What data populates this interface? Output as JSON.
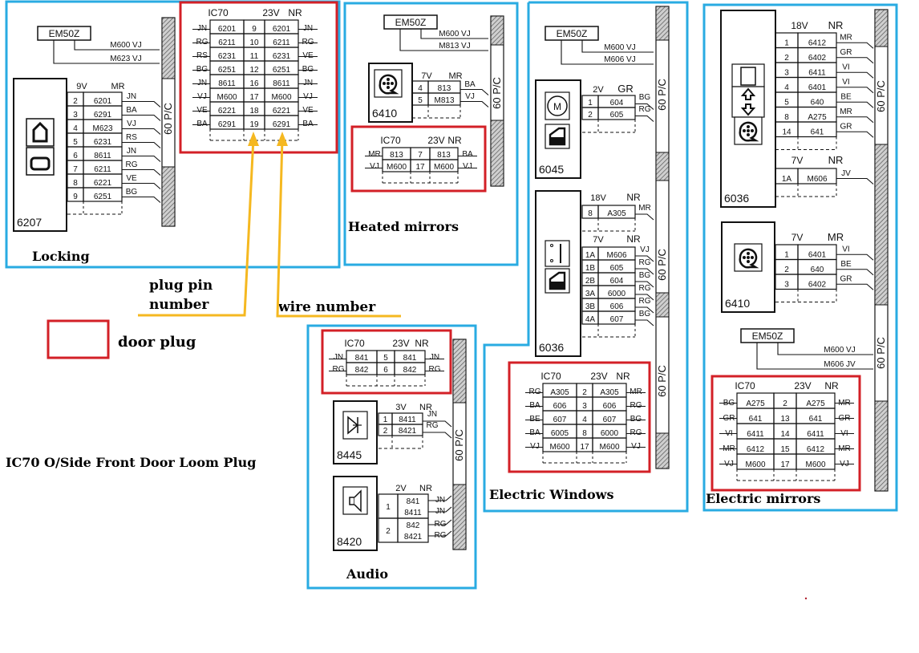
{
  "page_title": "IC70 O/Side Front Door Loom Plug",
  "colors": {
    "panel_border": "#29abe2",
    "door_plug": "#d32027",
    "arrow": "#f5b820",
    "ink": "#111111"
  },
  "legend": {
    "door_plug_label": "door plug",
    "plug_pin_label_line1": "plug pin",
    "plug_pin_label_line2": "number",
    "wire_number_label": "wire number"
  },
  "bulkhead_label": "60 P/C",
  "locking": {
    "caption": "Locking",
    "em": "EM50Z",
    "em_wires": [
      "M600  VJ",
      "M623  VJ"
    ],
    "component": "6207",
    "conn_header_left": "9V",
    "conn_header_right": "MR",
    "rows": [
      {
        "pin": "2",
        "wire": "6201",
        "color": "JN"
      },
      {
        "pin": "3",
        "wire": "6291",
        "color": "BA"
      },
      {
        "pin": "4",
        "wire": "M623",
        "color": "VJ"
      },
      {
        "pin": "5",
        "wire": "6231",
        "color": "RS"
      },
      {
        "pin": "6",
        "wire": "8611",
        "color": "JN"
      },
      {
        "pin": "7",
        "wire": "6211",
        "color": "RG"
      },
      {
        "pin": "8",
        "wire": "6221",
        "color": "VE"
      },
      {
        "pin": "9",
        "wire": "6251",
        "color": "BG"
      }
    ],
    "plug": {
      "title": "IC70",
      "ways": "23V",
      "color": "NR",
      "rows": [
        {
          "l": "JN",
          "w1": "6201",
          "pin": "9",
          "w2": "6201",
          "r": "JN"
        },
        {
          "l": "RG",
          "w1": "6211",
          "pin": "10",
          "w2": "6211",
          "r": "RG"
        },
        {
          "l": "RS",
          "w1": "6231",
          "pin": "11",
          "w2": "6231",
          "r": "VE"
        },
        {
          "l": "BG",
          "w1": "6251",
          "pin": "12",
          "w2": "6251",
          "r": "BG"
        },
        {
          "l": "JN",
          "w1": "8611",
          "pin": "16",
          "w2": "8611",
          "r": "JN"
        },
        {
          "l": "VJ",
          "w1": "M600",
          "pin": "17",
          "w2": "M600",
          "r": "VJ"
        },
        {
          "l": "VE",
          "w1": "6221",
          "pin": "18",
          "w2": "6221",
          "r": "VE"
        },
        {
          "l": "BA",
          "w1": "6291",
          "pin": "19",
          "w2": "6291",
          "r": "BA"
        }
      ]
    }
  },
  "heated": {
    "caption": "Heated mirrors",
    "em": "EM50Z",
    "em_wires": [
      "M600  VJ",
      "M813  VJ"
    ],
    "component": "6410",
    "conn_header_left": "7V",
    "conn_header_right": "MR",
    "rows": [
      {
        "pin": "4",
        "wire": "813",
        "color": "BA"
      },
      {
        "pin": "5",
        "wire": "M813",
        "color": "VJ"
      }
    ],
    "plug": {
      "title": "IC70",
      "ways": "23V",
      "color": "NR",
      "rows": [
        {
          "l": "MR",
          "w1": "813",
          "pin": "7",
          "w2": "813",
          "r": "BA"
        },
        {
          "l": "VJ",
          "w1": "M600",
          "pin": "17",
          "w2": "M600",
          "r": "VJ"
        }
      ]
    }
  },
  "audio": {
    "caption": "Audio",
    "plug": {
      "title": "IC70",
      "ways": "23V",
      "color": "NR",
      "rows": [
        {
          "l": "JN",
          "w1": "841",
          "pin": "5",
          "w2": "841",
          "r": "JN"
        },
        {
          "l": "RG",
          "w1": "842",
          "pin": "6",
          "w2": "842",
          "r": "RG"
        }
      ]
    },
    "tweeter": {
      "component": "8445",
      "conn_header_left": "3V",
      "conn_header_right": "NR",
      "rows": [
        {
          "pin": "1",
          "wire": "8411",
          "color": "JN"
        },
        {
          "pin": "2",
          "wire": "8421",
          "color": "RG"
        }
      ]
    },
    "speaker": {
      "component": "8420",
      "conn_header_left": "2V",
      "conn_header_right": "NR",
      "rows": [
        {
          "pin": "1",
          "wires": [
            "841",
            "8411"
          ],
          "colors": [
            "JN",
            "JN"
          ]
        },
        {
          "pin": "2",
          "wires": [
            "842",
            "8421"
          ],
          "colors": [
            "RG",
            "RG"
          ]
        }
      ]
    }
  },
  "windows": {
    "caption": "Electric Windows",
    "em": "EM50Z",
    "em_wires": [
      "M600  VJ",
      "M606  VJ"
    ],
    "motor": {
      "component": "6045",
      "conn_header_left": "2V",
      "conn_header_right": "GR",
      "rows": [
        {
          "pin": "1",
          "wire": "604",
          "color": "BG"
        },
        {
          "pin": "2",
          "wire": "605",
          "color": "RG"
        }
      ]
    },
    "switch": {
      "component": "6036",
      "block1_left": "18V",
      "block1_right": "NR",
      "block1_rows": [
        {
          "pin": "8",
          "wire": "A305",
          "color": "MR"
        }
      ],
      "block2_left": "7V",
      "block2_right": "NR",
      "block2_rows": [
        {
          "pin": "1A",
          "wire": "M606",
          "color": "VJ"
        },
        {
          "pin": "1B",
          "wire": "605",
          "color": "RG"
        },
        {
          "pin": "2B",
          "wire": "604",
          "color": "BG"
        },
        {
          "pin": "3A",
          "wire": "6000",
          "color": "RG"
        },
        {
          "pin": "3B",
          "wire": "606",
          "color": "RG"
        },
        {
          "pin": "4A",
          "wire": "607",
          "color": "BG"
        }
      ]
    },
    "plug": {
      "title": "IC70",
      "ways": "23V",
      "color": "NR",
      "rows": [
        {
          "l": "RG",
          "w1": "A305",
          "pin": "2",
          "w2": "A305",
          "r": "MR"
        },
        {
          "l": "BA",
          "w1": "606",
          "pin": "3",
          "w2": "606",
          "r": "RG"
        },
        {
          "l": "BE",
          "w1": "607",
          "pin": "4",
          "w2": "607",
          "r": "BG"
        },
        {
          "l": "BA",
          "w1": "6005",
          "pin": "8",
          "w2": "6000",
          "r": "RG"
        },
        {
          "l": "VJ",
          "w1": "M600",
          "pin": "17",
          "w2": "M600",
          "r": "VJ"
        }
      ]
    }
  },
  "mirrors": {
    "caption": "Electric mirrors",
    "em": "EM50Z",
    "em_wires": [
      "M600  VJ",
      "M606  JV"
    ],
    "control": {
      "component": "6036",
      "block1_left": "18V",
      "block1_right": "NR",
      "block1_rows": [
        {
          "pin": "1",
          "wire": "6412",
          "color": "MR"
        },
        {
          "pin": "2",
          "wire": "6402",
          "color": "GR"
        },
        {
          "pin": "3",
          "wire": "6411",
          "color": "VI"
        },
        {
          "pin": "4",
          "wire": "6401",
          "color": "VI"
        },
        {
          "pin": "5",
          "wire": "640",
          "color": "BE"
        },
        {
          "pin": "8",
          "wire": "A275",
          "color": "MR"
        },
        {
          "pin": "14",
          "wire": "641",
          "color": "GR"
        }
      ],
      "block2_left": "7V",
      "block2_right": "NR",
      "block2_rows": [
        {
          "pin": "1A",
          "wire": "M606",
          "color": "JV"
        }
      ]
    },
    "mirror": {
      "component": "6410",
      "conn_header_left": "7V",
      "conn_header_right": "MR",
      "rows": [
        {
          "pin": "1",
          "wire": "6401",
          "color": "VI"
        },
        {
          "pin": "2",
          "wire": "640",
          "color": "BE"
        },
        {
          "pin": "3",
          "wire": "6402",
          "color": "GR"
        }
      ]
    },
    "plug": {
      "title": "IC70",
      "ways": "23V",
      "color": "NR",
      "rows": [
        {
          "l": "BG",
          "w1": "A275",
          "pin": "2",
          "w2": "A275",
          "r": "MR"
        },
        {
          "l": "GR",
          "w1": "641",
          "pin": "13",
          "w2": "641",
          "r": "GR"
        },
        {
          "l": "VI",
          "w1": "6411",
          "pin": "14",
          "w2": "6411",
          "r": "VI"
        },
        {
          "l": "MR",
          "w1": "6412",
          "pin": "15",
          "w2": "6412",
          "r": "MR"
        },
        {
          "l": "VJ",
          "w1": "M600",
          "pin": "17",
          "w2": "M600",
          "r": "VJ"
        }
      ]
    }
  }
}
